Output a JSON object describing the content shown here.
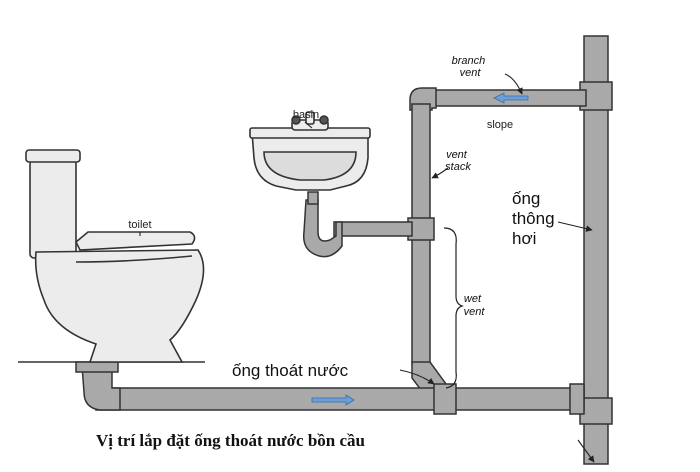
{
  "labels": {
    "branch_vent_line1": "branch",
    "branch_vent_line2": "vent",
    "slope": "slope",
    "vent_stack_line1": "vent",
    "vent_stack_line2": "stack",
    "basin": "basin",
    "toilet": "toilet",
    "wet_vent_line1": "wet",
    "wet_vent_line2": "vent",
    "ong_thong_hoi_line1": "ống",
    "ong_thong_hoi_line2": "thông",
    "ong_thong_hoi_line3": "hơi",
    "ong_thoat_nuoc": "ống thoát nước"
  },
  "caption": "Vị trí lắp đặt ống thoát nước bồn cầu",
  "colors": {
    "pipe_fill": "#a9a9a9",
    "pipe_stroke": "#333333",
    "fixture_fill": "#ececec",
    "flow_arrow": "#6a9fd8"
  }
}
